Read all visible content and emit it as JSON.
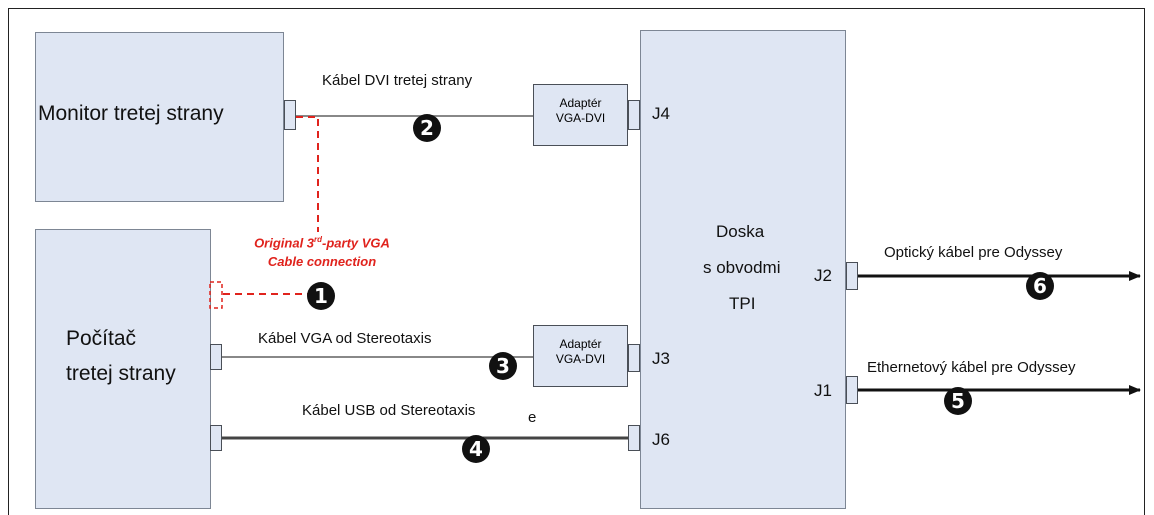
{
  "boxes": {
    "monitor": "Monitor tretej strany",
    "computer_line1": "Počítač",
    "computer_line2": "tretej strany",
    "board_line1": "Doska",
    "board_line2": "s obvodmi",
    "board_line3": "TPI"
  },
  "adapters": {
    "top_line1": "Adaptér",
    "top_line2": "VGA-DVI",
    "bottom_line1": "Adaptér",
    "bottom_line2": "VGA-DVI"
  },
  "ports": {
    "j4": "J4",
    "j3": "J3",
    "j6": "J6",
    "j2": "J2",
    "j1": "J1"
  },
  "cables": {
    "dvi": "Kábel DVI tretej strany",
    "vga": "Kábel VGA od Stereotaxis",
    "usb": "Kábel USB od Stereotaxis",
    "usb_stray": "e",
    "optical": "Optický kábel pre Odyssey",
    "ethernet": "Ethernetový kábel pre Odyssey"
  },
  "original_vga_note": {
    "line1_pre": "Original 3",
    "line1_sup": "rd",
    "line1_post": "-party VGA",
    "line2": "Cable connection"
  },
  "markers": [
    "1",
    "2",
    "3",
    "4",
    "5",
    "6"
  ],
  "colors": {
    "box_fill": "#dfe6f3",
    "original_connection": "#e0231d",
    "marker": "#111111"
  }
}
